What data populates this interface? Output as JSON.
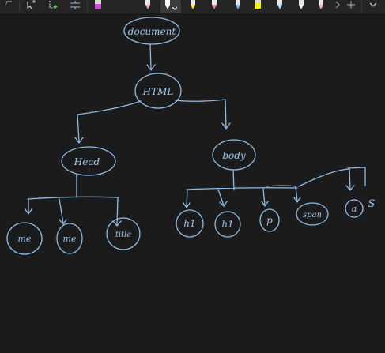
{
  "toolbar": {
    "accent": "#3b3b3b",
    "tools": [
      {
        "name": "undo-icon"
      },
      {
        "name": "lasso-select-icon"
      },
      {
        "name": "add-space-icon"
      },
      {
        "name": "insert-space-icon"
      },
      {
        "name": "highlighter-magenta-icon",
        "color": "#e23fe6"
      },
      {
        "name": "pen-pink-icon",
        "color": "#f39ac2"
      },
      {
        "name": "pen-white-icon",
        "color": "#ffffff"
      },
      {
        "name": "pen-yellow-icon",
        "color": "#ffe033"
      },
      {
        "name": "pen-pink-2-icon",
        "color": "#f27aa7"
      },
      {
        "name": "pen-blue-icon",
        "color": "#6ab7ff"
      },
      {
        "name": "highlighter-yellow-icon",
        "color": "#f5f01e"
      },
      {
        "name": "pen-light-blue-icon",
        "color": "#a8d4ff"
      },
      {
        "name": "pen-white-2-icon",
        "color": "#f5f5f5"
      },
      {
        "name": "pen-pink-3-icon",
        "color": "#ff9fd0"
      },
      {
        "name": "pen-lime-icon",
        "color": "#cfff5a"
      }
    ]
  },
  "ink_color": "#8fbce6",
  "diagram": {
    "root": "document",
    "html": "HTML",
    "head": "Head",
    "body": "body",
    "head_children": [
      "me",
      "me",
      "title"
    ],
    "body_children": [
      "h1",
      "h1",
      "p",
      "span",
      "a",
      "S"
    ]
  }
}
